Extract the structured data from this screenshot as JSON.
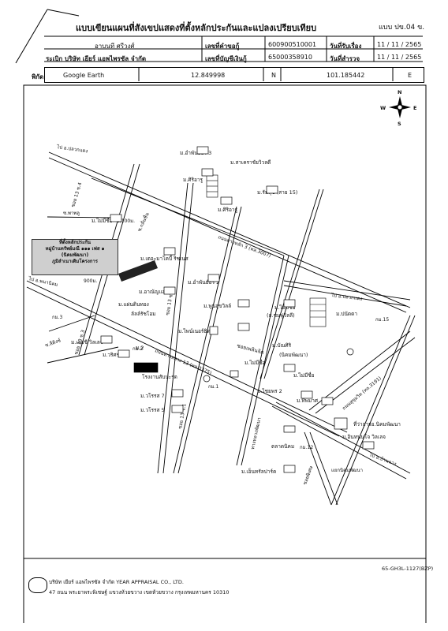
{
  "header": {
    "title": "แบบเขียนแผนที่สังเขปแสดงที่ตั้งหลักประกันและแปลงเปรียบเทียบ",
    "form_code": "แบบ ปข.04 ข.",
    "row1": {
      "left": "อาบนที ศรีวงศ์",
      "req_label": "เลขที่คำขอกู้",
      "req_value": "600900510001",
      "date_label": "วันที่รับเรื่อง",
      "date_value": "11 / 11 / 2565"
    },
    "row2": {
      "left": "ระเบิก บริษัท เยียร์ แอพไพรซัล จำกัด",
      "acc_label": "เลขที่บัญชีเงินกู้",
      "acc_value": "65000358910",
      "survey_label": "วันที่สำรวจ",
      "survey_value": "11 / 11 / 2565"
    },
    "row3": {
      "left": "พิกัด",
      "source": "Google Earth",
      "lat": "12.849998",
      "lat_dir": "N",
      "lon": "101.185442",
      "lon_dir": "E"
    }
  },
  "compass": {
    "n": "N",
    "s": "S",
    "e": "E",
    "w": "W"
  },
  "legend": {
    "line1": "ที่ตั้งหลักประกัน",
    "line2": "หมู่บ้านทรัพย์มณี ๑๑๑ เฟส ๑",
    "line3": "(นิคมพัฒนา)",
    "line4": "ภูมิลำเนาเดิมโครงการ"
  },
  "map": {
    "distance_1": "1,100ม.",
    "distance_2": "900ม.",
    "roads": {
      "to_pluak_daeng_top": "ไป อ.ปลวกแดง",
      "to_pluak_daeng_right": "ไป อ.ปลวกแดง",
      "to_phanat": "ไป อ.พนานิคม",
      "to_ban_chang": "ไป อ.บ้านฉาง",
      "road_13_4": "ซอย 13 ซ.4",
      "road_13_3": "ซอย 13 ซ.3",
      "road_13_2": "ซอย 13 ซ.2",
      "road_13_1": "ซอย 13 ซ.1",
      "highway_13": "ถนนทางหลวง 13 (ทล.3375)",
      "road_upper": "ถนนสายหลัก 3 (ทล.3007)",
      "road_sukhumvit": "ถนนสุขุมวิท (ทล.3191)",
      "road_niccom": "แยกนิคมพัฒนา",
      "road_lert": "ทางหลวงพัฒนา",
      "road_phiset": "ซอยพิเศษ",
      "km_3": "กม.3",
      "km_2": "กม.2",
      "km_1": "กม.1",
      "km_12": "กม.12",
      "km_15": "กม.15",
      "soi_oak": "ซ.ลีดิงซ์",
      "soi_phat": "ซ.พาพลู",
      "soi_kobch": "ซ.กลั่นชื่น"
    },
    "places": {
      "p1": "ม.อำพันธ์ธิริ 3",
      "p2": "ม.สาเคราชัยวิวลดี",
      "p3": "ม.ศิริอารู",
      "p4": "ม.รัมสุข (สาย 15)",
      "p5": "ม.ศิริอารู",
      "p6": "ม.ไม่มีชื่อ",
      "p7": "ม.เดอะมาโคบี้ ริชเนส",
      "p8": "ม.อาณัญแลนด์",
      "p9": "ม.อำพันธ์ธิริ 2",
      "p10": "ม.แผ่นดินทอง",
      "p11": "ลัลล์รัชโอม",
      "p12": "ม.พูนสุขวิลล์",
      "p13": "ม.ไม่มีชื่อ",
      "p14": "(ส.ชมพู่วิลลี)",
      "p15": "ม.ปนัดดา",
      "p16": "ม.ไพน์เนอร์ธิดส์",
      "p17": "ม.เลอชี วิลเลจ",
      "p18": "ม.วริศรา 9",
      "p19": "ม.บัณศิริ",
      "p20": "(นิคมพัฒนา)",
      "p21": "ม.ไม่มีชื่อ",
      "p22": "ม.ไม่มีชื่อ",
      "p23": "ม.ไชยพร 2",
      "p24": "ม.ทิพมาศ",
      "p25": "ที่ว่าการอ.นิคมพัฒนา",
      "p26": "ม.วโรรส 7",
      "p27": "ม.วโรรส 5",
      "p28": "ม.อินทนนโจ วิลเลจ",
      "p29": "ตลาดนิคม",
      "p30": "ม.เอ็นทรัลปาร์ค",
      "p31": "โรงงานสับปะรด",
      "p32": "ซอยเพลินจิต",
      "p33": "ม.2"
    }
  },
  "footer": {
    "company": "บริษัท เยียร์ แอพไพรซัล จำกัด  YEAR APPRAISAL CO., LTD.",
    "address": "47 ถนน พระยาพระพิเชษฐ์ แขวงห้วยขวาง เขตห้วยขวาง กรุงเทพมหานคร 10310",
    "ref": "65-GH3L-1127(BZP)"
  }
}
